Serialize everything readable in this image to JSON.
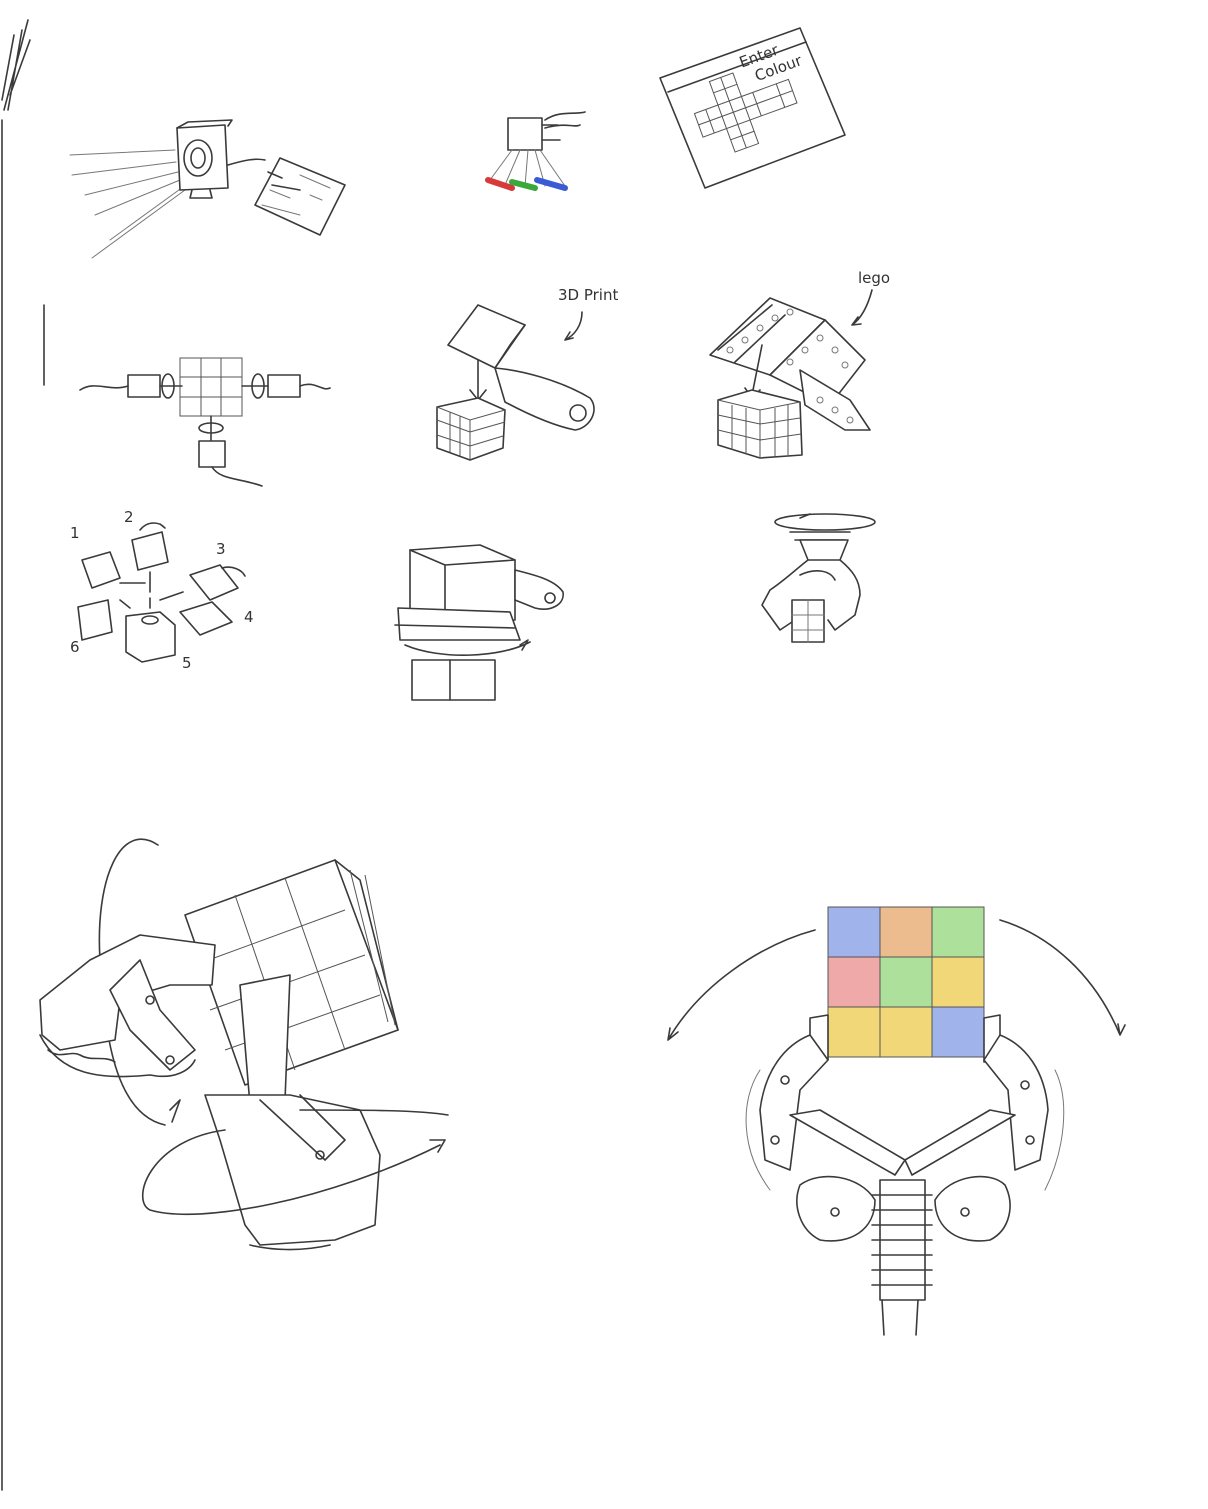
{
  "annotations": {
    "enter_colour_line1": "Enter",
    "enter_colour_line2": "Colour",
    "print_3d": "3D Print",
    "lego": "lego",
    "n1": "1",
    "n2": "2",
    "n3": "3",
    "n4": "4",
    "n5": "5",
    "n6": "6"
  },
  "colour_grid": {
    "cells": [
      "#8fa6e6",
      "#eab07a",
      "#9fdc8a",
      "#ec9a9a",
      "#9fdc8a",
      "#f0d060",
      "#f0d060",
      "#f0d060",
      "#8fa6e6"
    ]
  },
  "sensor_colours": [
    "#d63a3a",
    "#3aa83a",
    "#3a5ad6"
  ],
  "sketches": [
    "webcam-sketch",
    "color-sensor-sketch",
    "enter-colour-screen-sketch",
    "motor-layout-sketch",
    "printed-flipper-sketch",
    "lego-flipper-sketch",
    "six-motor-sketch",
    "rotating-platform-sketch",
    "spinning-gripper-sketch",
    "robot-hands-cube-sketch",
    "gripper-colour-cube-sketch"
  ]
}
